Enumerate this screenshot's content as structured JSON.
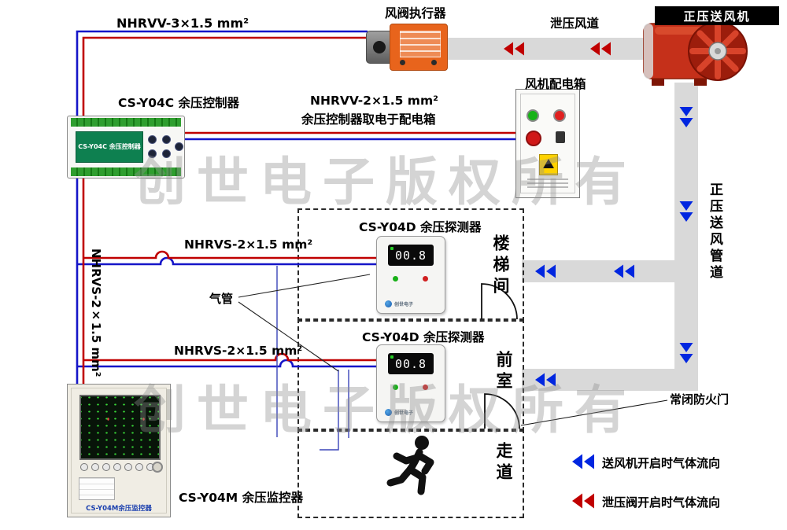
{
  "watermark": {
    "text": "创世电子版权所有"
  },
  "labels": {
    "cable_nhrvv3": "NHRVV-3×1.5 mm²",
    "cable_nhrvv2": "NHRVV-2×1.5 mm²",
    "cable_nhrvv2_note": "余压控制器取电于配电箱",
    "cable_nhrvs_stair": "NHRVS-2×1.5 mm²",
    "cable_nhrvs_front": "NHRVS-2×1.5 mm²",
    "cable_nhrvs_riser": "NHRVS-2×1.5 mm²",
    "air_tube": "气管",
    "relief_duct": "泄压风道",
    "supply_duct": "正压送风管道",
    "fire_door": "常闭防火门"
  },
  "devices": {
    "controller": {
      "title": "CS-Y04C 余压控制器",
      "display": "CS-Y04C 余压控制器"
    },
    "actuator": {
      "title": "风阀执行器"
    },
    "fan": {
      "title": "正压送风机"
    },
    "dist_box": {
      "title": "风机配电箱"
    },
    "detector1": {
      "title": "CS-Y04D 余压探测器",
      "display": "00.8",
      "brand": "创世电子"
    },
    "detector2": {
      "title": "CS-Y04D 余压探测器",
      "display": "00.8",
      "brand": "创世电子"
    },
    "monitor": {
      "title": "CS-Y04M 余压监控器",
      "panel_text": "CS-Y04M余压监控器"
    }
  },
  "rooms": {
    "stairwell": "楼梯间",
    "front_room": "前室",
    "corridor": "走道"
  },
  "legend": [
    {
      "color": "#0026e0",
      "label": "送风机开启时气体流向"
    },
    {
      "color": "#c00000",
      "label": "泄压阀开启时气体流向"
    }
  ],
  "colors": {
    "wire_red": "#c00000",
    "wire_blue": "#1515c8",
    "duct_gray": "#d9d9d9",
    "arrow_blue": "#0026e0",
    "arrow_red": "#c00000",
    "fan_red": "#c5301a",
    "actuator_orange": "#e8641c"
  }
}
